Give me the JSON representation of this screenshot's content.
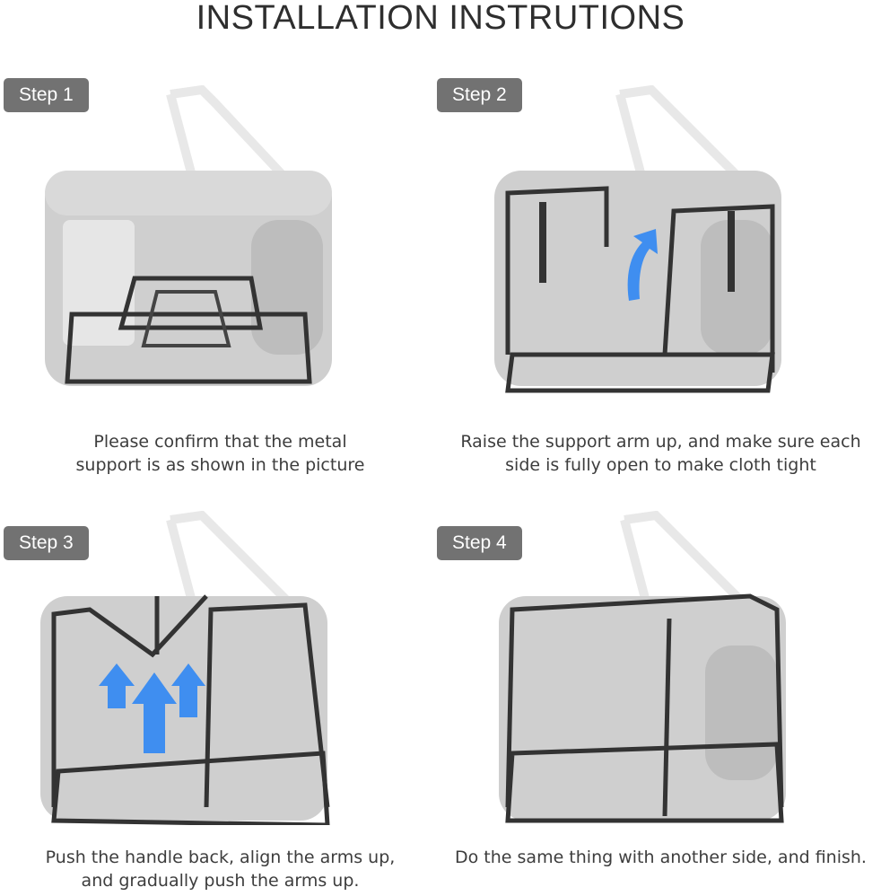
{
  "header": {
    "title": "INSTALLATION INSTRUTIONS"
  },
  "steps": [
    {
      "label": "Step 1",
      "caption_lines": [
        "Please confirm that the metal",
        "support is as shown in the picture"
      ],
      "illustration": "carrier-frame-folded"
    },
    {
      "label": "Step 2",
      "caption_lines": [
        "Raise the support arm up, and make sure each",
        "side is fully open to make cloth tight"
      ],
      "illustration": "carrier-arm-raise",
      "arrow": "curved-up-arrow-icon"
    },
    {
      "label": "Step 3",
      "caption_lines": [
        "Push the handle back, align the arms up,",
        "and gradually push the arms up."
      ],
      "illustration": "carrier-arms-up",
      "arrow": "up-arrows-icon"
    },
    {
      "label": "Step 4",
      "caption_lines": [
        "Do the same thing with another side, and finish."
      ],
      "illustration": "carrier-finished"
    }
  ],
  "colors": {
    "badge": "#727272",
    "arrow": "#3f8ef0",
    "frame": "#3a3a3a",
    "fabric": "#c9c9c9"
  }
}
